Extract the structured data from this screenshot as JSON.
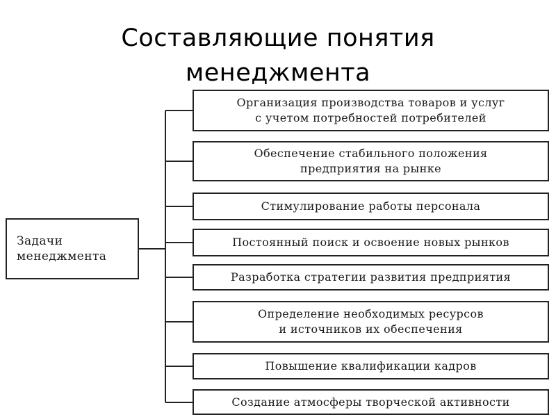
{
  "slide": {
    "title_line1": "Составляющие понятия",
    "title_line2": "менеджмента"
  },
  "diagram": {
    "root": {
      "line1": "Задачи",
      "line2": "менеджмента"
    },
    "tasks": [
      {
        "line1": "Организация производства товаров и услуг",
        "line2": "с учетом потребностей потребителей"
      },
      {
        "line1": "Обеспечение стабильного положения",
        "line2": "предприятия на рынке"
      },
      {
        "line1": "Стимулирование работы персонала"
      },
      {
        "line1": "Постоянный поиск и освоение новых рынков"
      },
      {
        "line1": "Разработка стратегии развития предприятия"
      },
      {
        "line1": "Определение необходимых ресурсов",
        "line2": "и источников их обеспечения"
      },
      {
        "line1": "Повышение квалификации кадров"
      },
      {
        "line1": "Создание атмосферы творческой активности"
      }
    ],
    "line_color": "#222222"
  }
}
